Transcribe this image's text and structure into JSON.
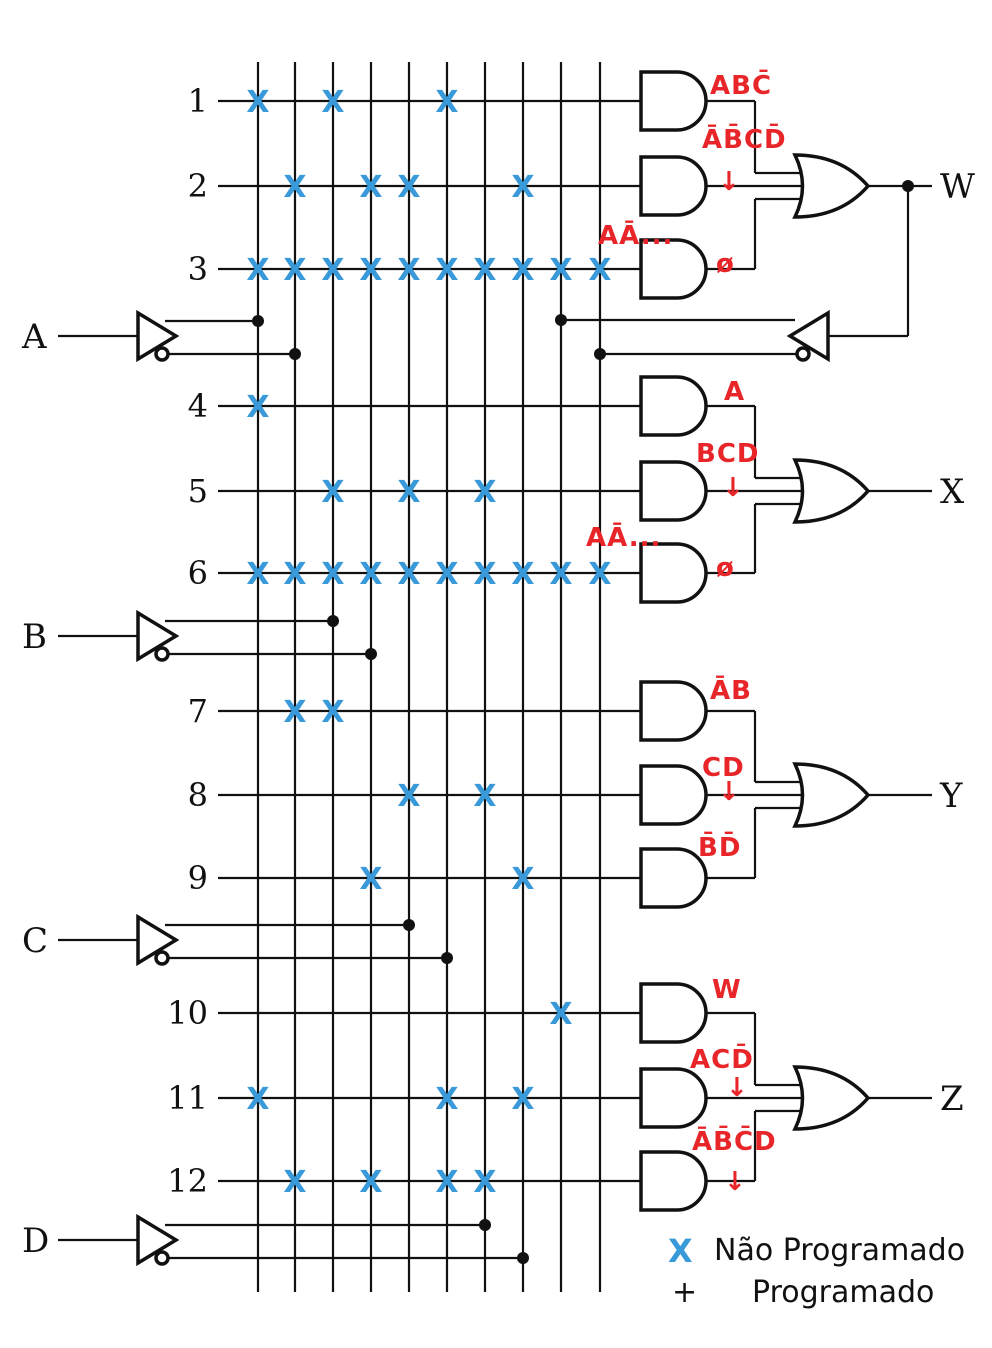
{
  "rows": [
    {
      "label": "1",
      "fuses": [
        0,
        2,
        5
      ]
    },
    {
      "label": "2",
      "fuses": [
        1,
        3,
        4,
        7
      ]
    },
    {
      "label": "3",
      "fuses": [
        0,
        1,
        2,
        3,
        4,
        5,
        6,
        7,
        8,
        9
      ]
    },
    {
      "label": "4",
      "fuses": [
        0
      ]
    },
    {
      "label": "5",
      "fuses": [
        2,
        4,
        6
      ]
    },
    {
      "label": "6",
      "fuses": [
        0,
        1,
        2,
        3,
        4,
        5,
        6,
        7,
        8,
        9
      ]
    },
    {
      "label": "7",
      "fuses": [
        1,
        2
      ]
    },
    {
      "label": "8",
      "fuses": [
        4,
        6
      ]
    },
    {
      "label": "9",
      "fuses": [
        3,
        7
      ]
    },
    {
      "label": "10",
      "fuses": [
        8
      ]
    },
    {
      "label": "11",
      "fuses": [
        0,
        5,
        7
      ]
    },
    {
      "label": "12",
      "fuses": [
        1,
        3,
        5,
        6
      ]
    }
  ],
  "inputs": [
    "A",
    "B",
    "C",
    "D"
  ],
  "outputs": [
    "W",
    "X",
    "Y",
    "Z"
  ],
  "fuse_symbol": "X",
  "annotations": [
    "ABC̄",
    "ĀB̄CD̄",
    "↓",
    "AĀ...",
    "ø",
    "A",
    "BCD",
    "↓",
    "AĀ...",
    "ø",
    "ĀB",
    "CD",
    "↓",
    "B̄D̄",
    "W",
    "ACD̄",
    "↓",
    "ĀB̄C̄D",
    "↓"
  ],
  "legend": {
    "unprogrammed_symbol": "X",
    "unprogrammed_label": "Não Programado",
    "programmed_symbol": "+",
    "programmed_label": "Programado"
  },
  "colors": {
    "wire": "#111111",
    "fuse": "#3a9ad9",
    "annotation": "#e8262a"
  }
}
